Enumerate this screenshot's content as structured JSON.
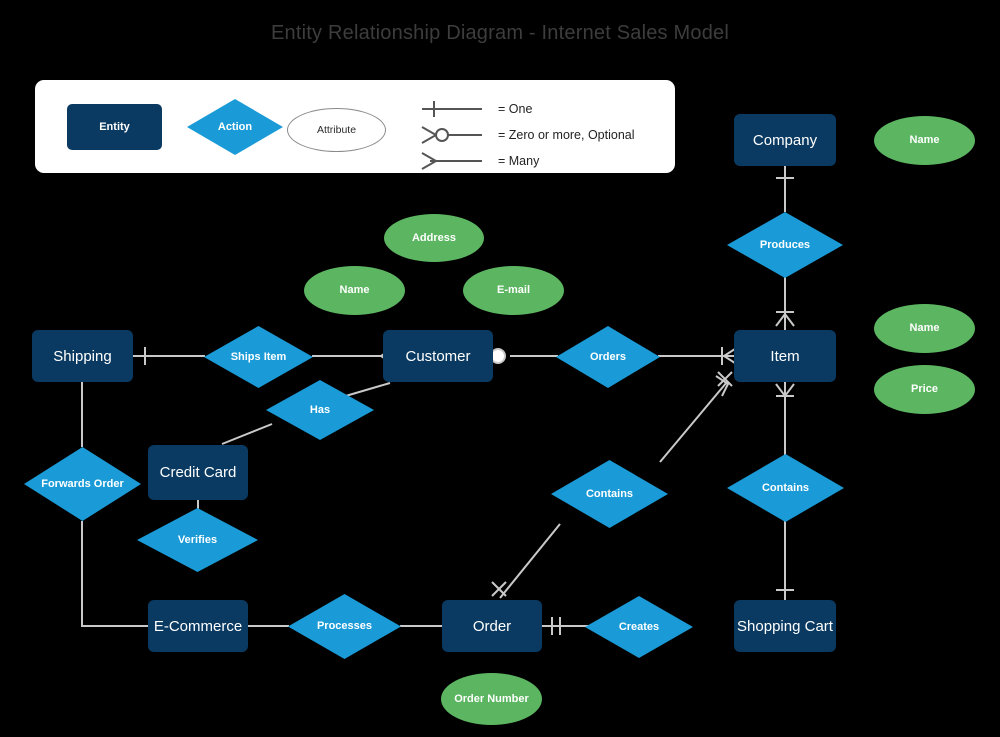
{
  "page": {
    "title": "Entity Relationship Diagram - Internet Sales Model",
    "background_color": "#000000"
  },
  "colors": {
    "entity": "#0a3a61",
    "action": "#1a9bd7",
    "attribute": "#5cb661",
    "connector": "#c9c9c9",
    "legend_panel": "#ffffff",
    "title_text": "#3d3d3d"
  },
  "legend": {
    "entity_label": "Entity",
    "action_label": "Action",
    "attribute_label": "Attribute",
    "notations": [
      {
        "symbol": "one",
        "text": "= One"
      },
      {
        "symbol": "zero-or-more-optional",
        "text": "= Zero or more, Optional"
      },
      {
        "symbol": "many",
        "text": "= Many"
      }
    ]
  },
  "entities": [
    {
      "id": "shipping",
      "label": "Shipping"
    },
    {
      "id": "customer",
      "label": "Customer"
    },
    {
      "id": "company",
      "label": "Company"
    },
    {
      "id": "item",
      "label": "Item"
    },
    {
      "id": "credit-card",
      "label": "Credit Card"
    },
    {
      "id": "e-commerce",
      "label": "E-Commerce"
    },
    {
      "id": "order",
      "label": "Order"
    },
    {
      "id": "shopping-cart",
      "label": "Shopping Cart"
    }
  ],
  "actions": [
    {
      "id": "ships-item",
      "label": "Ships Item"
    },
    {
      "id": "orders",
      "label": "Orders"
    },
    {
      "id": "produces",
      "label": "Produces"
    },
    {
      "id": "has",
      "label": "Has"
    },
    {
      "id": "forwards-order",
      "label": "Forwards Order"
    },
    {
      "id": "verifies",
      "label": "Verifies"
    },
    {
      "id": "contains-order",
      "label": "Contains"
    },
    {
      "id": "contains-cart",
      "label": "Contains"
    },
    {
      "id": "processes",
      "label": "Processes"
    },
    {
      "id": "creates",
      "label": "Creates"
    }
  ],
  "attributes": [
    {
      "id": "customer-address",
      "label": "Address"
    },
    {
      "id": "customer-name",
      "label": "Name"
    },
    {
      "id": "customer-email",
      "label": "E-mail"
    },
    {
      "id": "company-name",
      "label": "Name"
    },
    {
      "id": "item-name",
      "label": "Name"
    },
    {
      "id": "item-price",
      "label": "Price"
    },
    {
      "id": "order-number",
      "label": "Order Number"
    }
  ]
}
